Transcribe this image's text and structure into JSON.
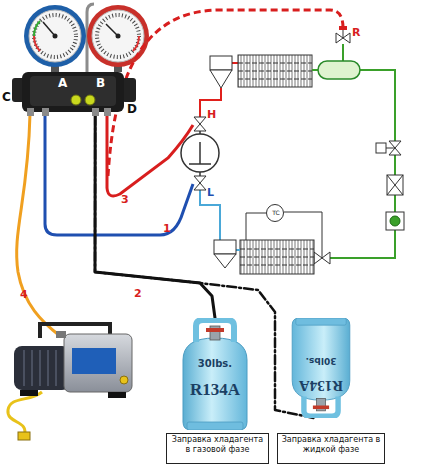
{
  "diagram": {
    "nodes": [
      {
        "text": [
          "C",
          "A",
          "B",
          "D"
        ]
      },
      {
        "text": [
          "TC"
        ]
      },
      {
        "text": [
          "30lbs.",
          "R134A"
        ]
      },
      {
        "text": [
          "30lbs.",
          "R134A"
        ]
      },
      {
        "text": [
          "Заправка хладагента в газовой фазе"
        ]
      },
      {
        "text": [
          "Заправка хладагента в жидкой фазе"
        ]
      }
    ],
    "edges": [
      {
        "from": 0,
        "to": 2,
        "arrow": "none",
        "label": "2"
      },
      {
        "from": 0,
        "to": 3,
        "arrow": "none"
      }
    ],
    "labels": [
      "R",
      "H",
      "L",
      "3",
      "1",
      "4"
    ]
  }
}
